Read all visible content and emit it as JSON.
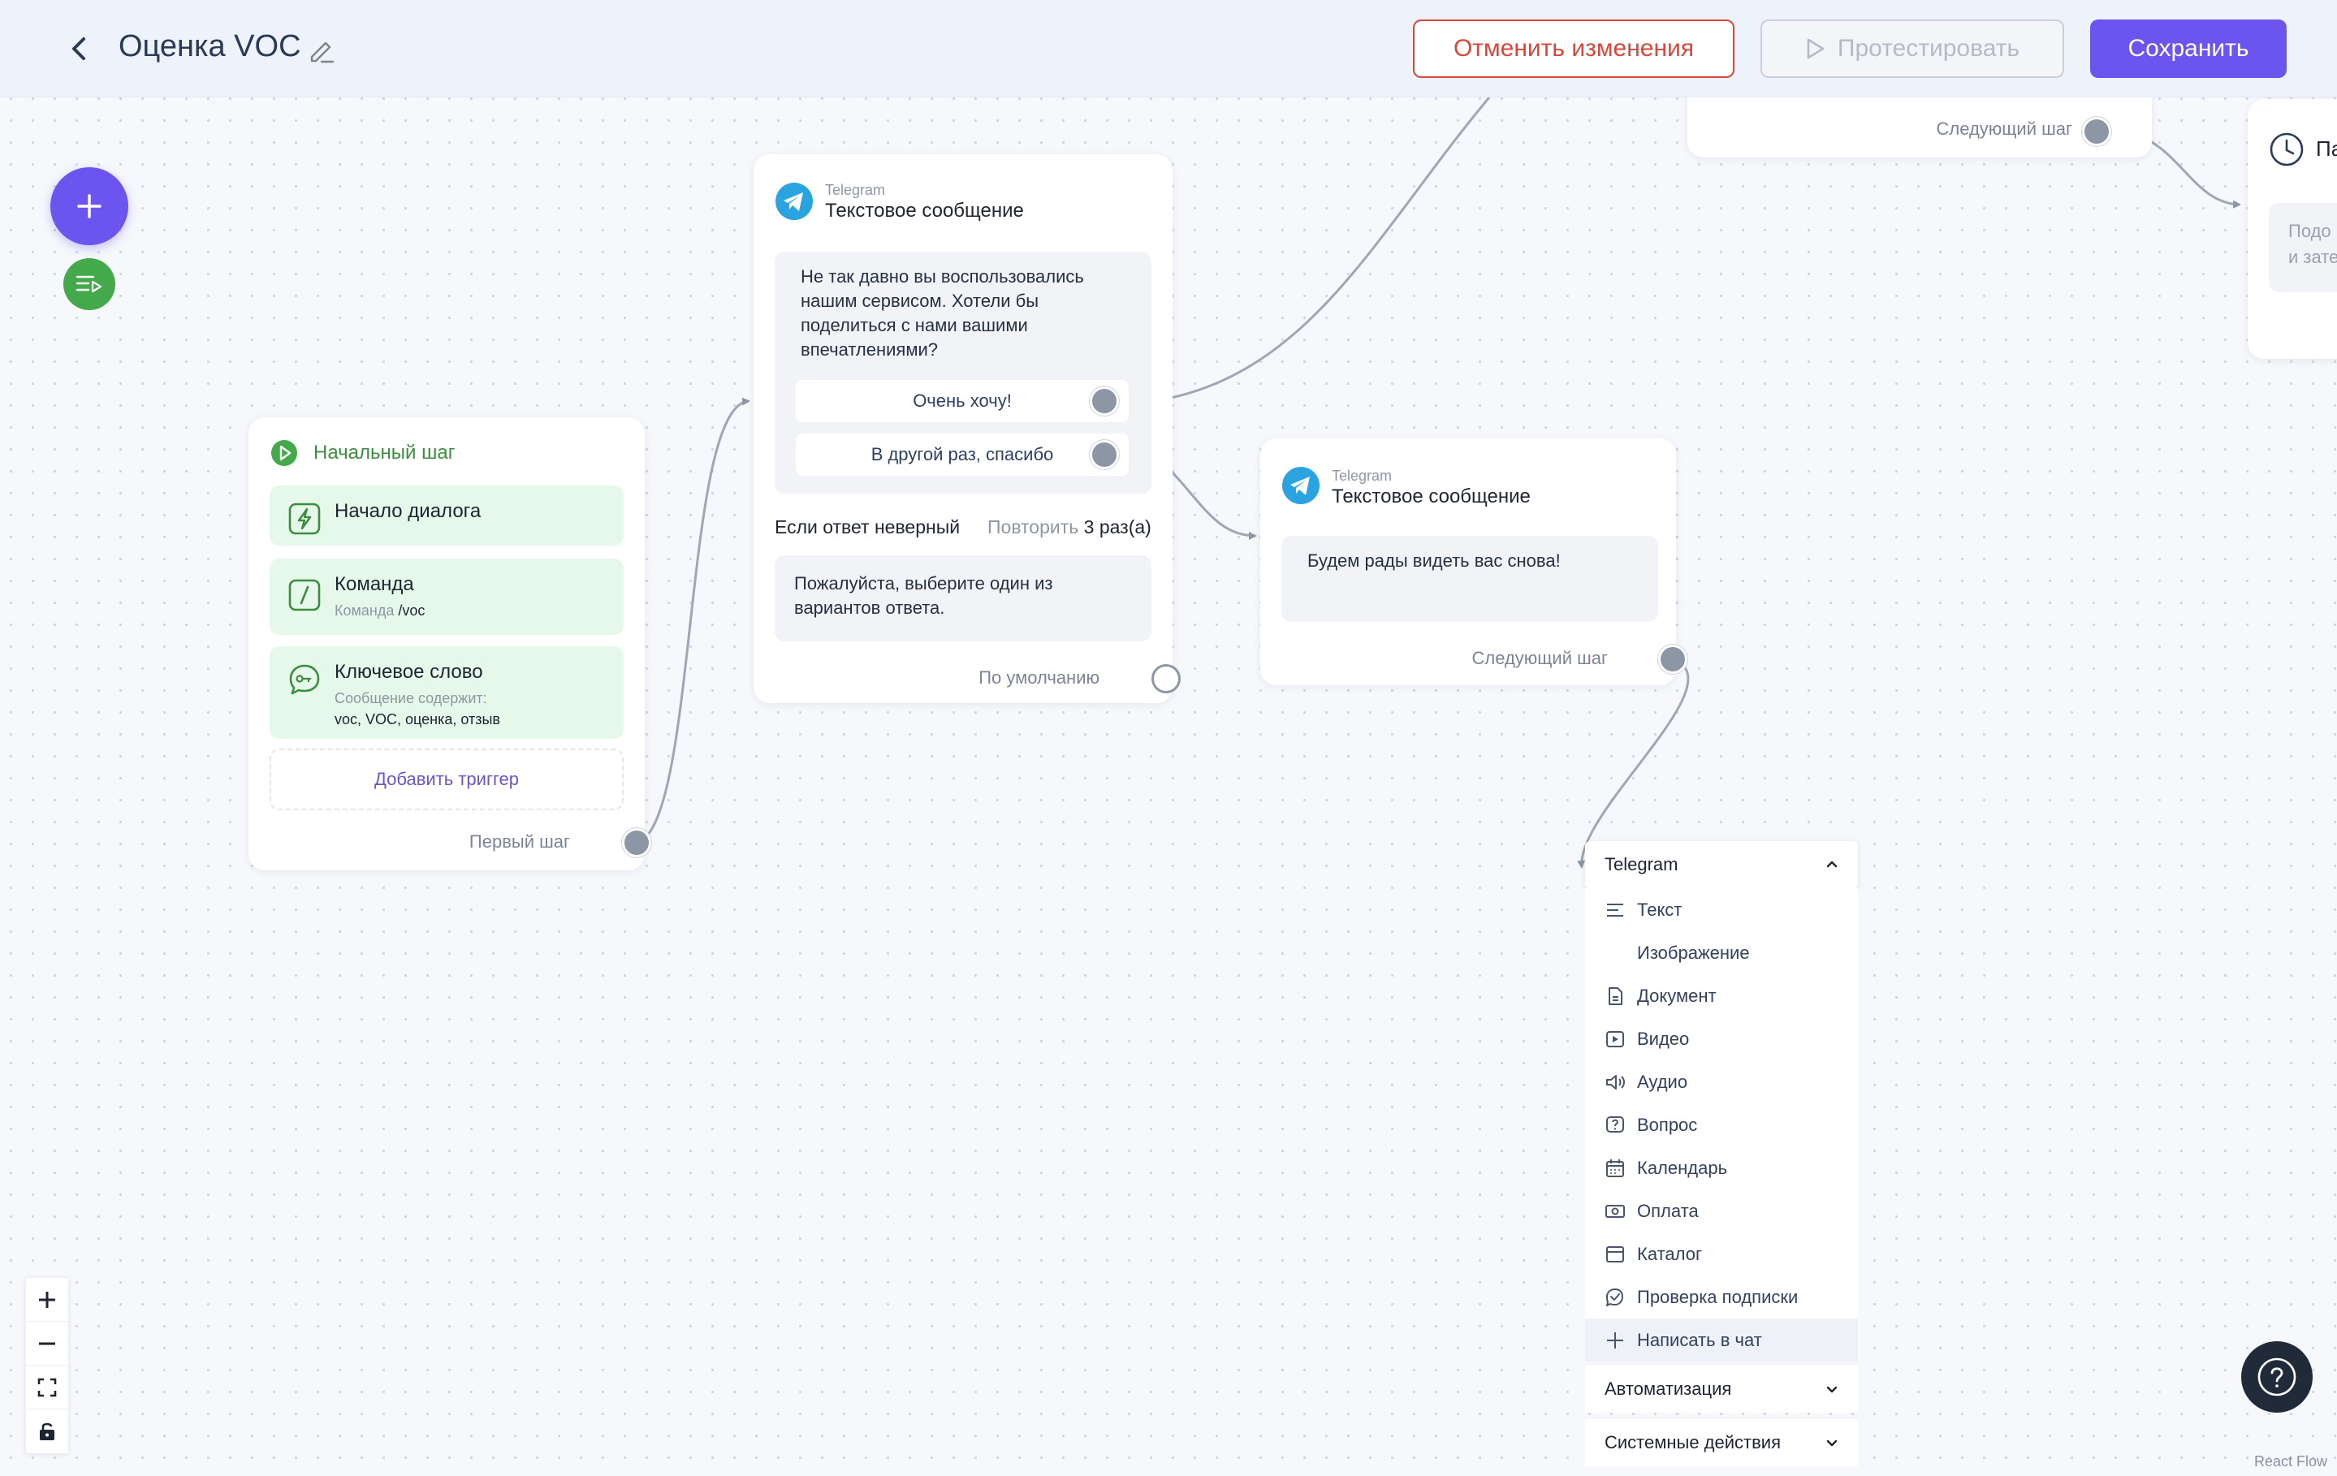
{
  "header": {
    "title": "Оценка VOC",
    "cancel_label": "Отменить изменения",
    "test_label": "Протестировать",
    "save_label": "Сохранить"
  },
  "colors": {
    "accent": "#6b55ee",
    "danger": "#d9473a",
    "success": "#43a94a",
    "trigger_bg": "#e6f8e9",
    "telegram": "#2aa3e0"
  },
  "start_node": {
    "title": "Начальный шаг",
    "triggers": [
      {
        "icon": "lightning-icon",
        "title": "Начало диалога"
      },
      {
        "icon": "slash-command-icon",
        "title": "Команда",
        "subtitle_prefix": "Команда",
        "subtitle_value": "/voc"
      },
      {
        "icon": "key-chat-icon",
        "title": "Ключевое слово",
        "subtitle": "Сообщение содержит:",
        "value": "voc, VOC, оценка, отзыв"
      }
    ],
    "add_trigger": "Добавить триггер",
    "first_step": "Первый шаг"
  },
  "message_node_1": {
    "channel": "Telegram",
    "type": "Текстовое сообщение",
    "text": "Не так давно вы воспользовались нашим сервисом. Хотели бы поделиться с нами вашими впечатлениями?",
    "buttons": [
      "Очень хочу!",
      "В другой раз, спасибо"
    ],
    "wrong_answer_label": "Если ответ неверный",
    "repeat_label": "Повторить",
    "repeat_count": "3 раз(а)",
    "fallback_text": "Пожалуйста, выберите один из вариантов ответа.",
    "default_label": "По умолчанию"
  },
  "message_node_2": {
    "channel": "Telegram",
    "type": "Текстовое сообщение",
    "text": "Будем рады видеть вас снова!",
    "next_step": "Следующий шаг"
  },
  "top_node": {
    "next_step": "Следующий шаг"
  },
  "right_node": {
    "title_fragment": "Па",
    "line1": "Подо",
    "line2": "и зате"
  },
  "panel": {
    "header": "Telegram",
    "items": [
      {
        "label": "Текст",
        "icon": "text-lines-icon"
      },
      {
        "label": "Изображение",
        "icon": ""
      },
      {
        "label": "Документ",
        "icon": "document-icon"
      },
      {
        "label": "Видео",
        "icon": "video-icon"
      },
      {
        "label": "Аудио",
        "icon": "audio-icon"
      },
      {
        "label": "Вопрос",
        "icon": "question-icon"
      },
      {
        "label": "Календарь",
        "icon": "calendar-icon"
      },
      {
        "label": "Оплата",
        "icon": "payment-icon"
      },
      {
        "label": "Каталог",
        "icon": "catalog-icon"
      },
      {
        "label": "Проверка подписки",
        "icon": "subscription-check-icon"
      },
      {
        "label": "Написать в чат",
        "icon": "plus-icon"
      }
    ],
    "groups": [
      "Автоматизация",
      "Системные действия"
    ]
  },
  "attribution": "React Flow"
}
